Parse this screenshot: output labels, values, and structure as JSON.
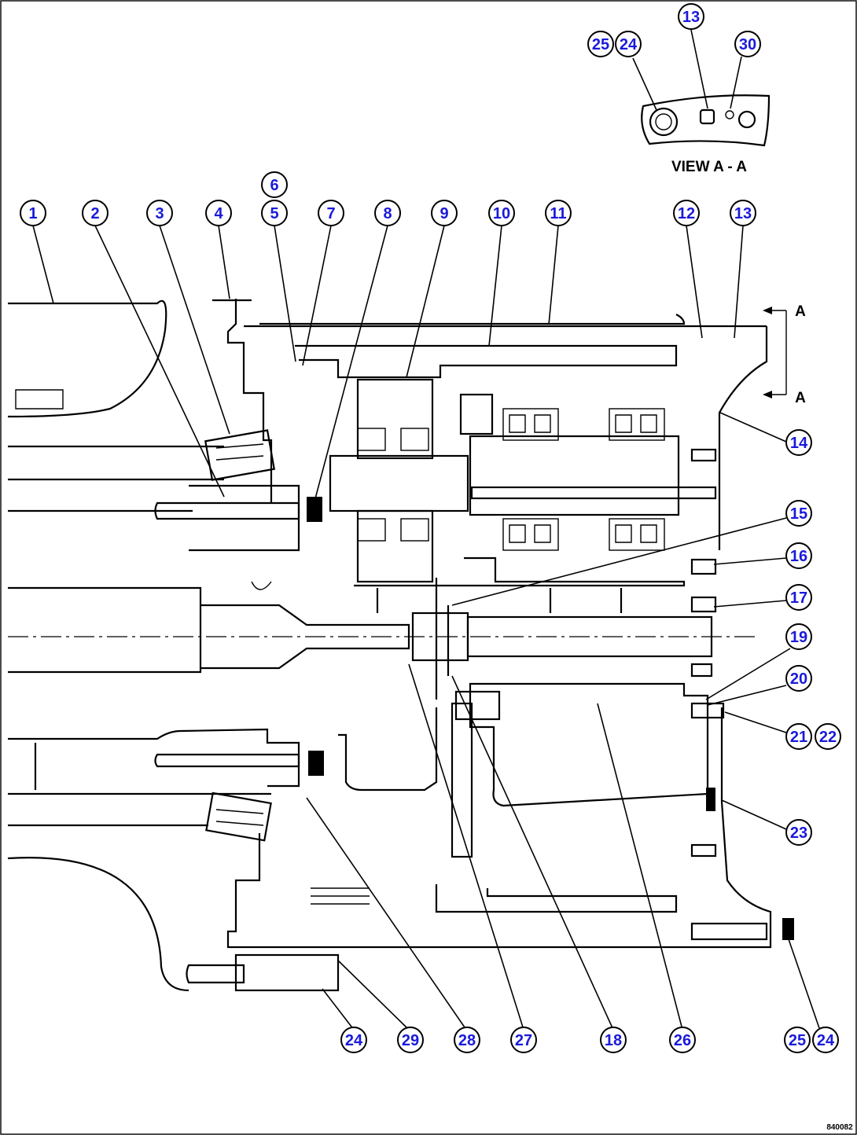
{
  "view_title": "VIEW A - A",
  "section_mark": "A",
  "drawing_code": "840082",
  "callouts": {
    "c1": "1",
    "c2": "2",
    "c3": "3",
    "c4": "4",
    "c5": "5",
    "c6": "6",
    "c7": "7",
    "c8": "8",
    "c9": "9",
    "c10": "10",
    "c11": "11",
    "c12": "12",
    "c13": "13",
    "c13a": "13",
    "c14": "14",
    "c15": "15",
    "c16": "16",
    "c17": "17",
    "c18": "18",
    "c19": "19",
    "c20": "20",
    "c21": "21",
    "c22": "22",
    "c23": "23",
    "c24a": "24",
    "c24b": "24",
    "c24c": "24",
    "c25a": "25",
    "c25b": "25",
    "c26": "26",
    "c27": "27",
    "c28": "28",
    "c29": "29",
    "c30": "30"
  }
}
